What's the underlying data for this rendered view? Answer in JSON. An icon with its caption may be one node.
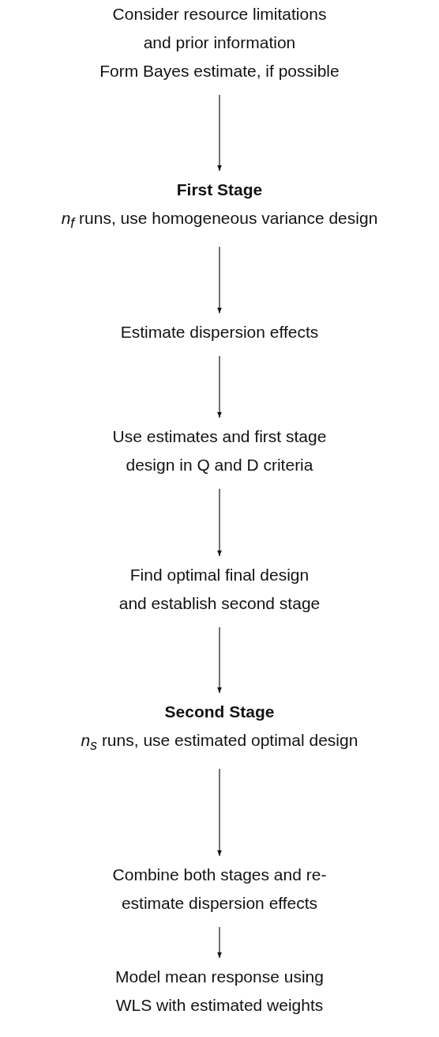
{
  "diagram": {
    "nodes": [
      {
        "text": [
          "Consider resource limitations and prior information",
          "Form Bayes estimate, if possible"
        ]
      },
      {
        "text": [
          "First Stage",
          "*n*$_{f}$ runs, use homogeneous variance design"
        ]
      },
      {
        "text": [
          "Estimate dispersion effects"
        ]
      },
      {
        "text": [
          "Use estimates and first stage design in Q and D criteria"
        ]
      },
      {
        "text": [
          "Find optimal final design and establish second stage"
        ]
      },
      {
        "text": [
          "Second Stage",
          "*n*$_{s}$ runs, use estimated optimal design"
        ]
      },
      {
        "text": [
          "Combine both stages and re-estimate dispersion effects"
        ]
      },
      {
        "text": [
          "Model mean response using WLS with estimated weights"
        ]
      }
    ],
    "edges": [
      {
        "from": 0,
        "to": 1,
        "arrow": "to"
      },
      {
        "from": 1,
        "to": 2,
        "arrow": "to"
      },
      {
        "from": 2,
        "to": 3,
        "arrow": "to"
      },
      {
        "from": 3,
        "to": 4,
        "arrow": "to"
      },
      {
        "from": 4,
        "to": 5,
        "arrow": "to"
      },
      {
        "from": 5,
        "to": 6,
        "arrow": "to"
      },
      {
        "from": 6,
        "to": 7,
        "arrow": "to"
      }
    ]
  }
}
